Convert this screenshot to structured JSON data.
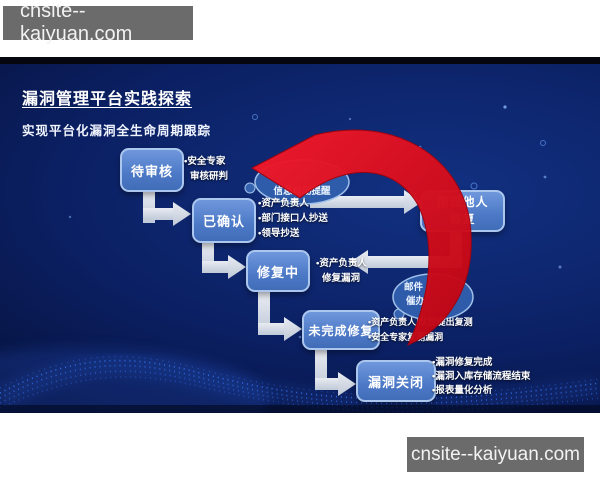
{
  "watermarks": {
    "top": "cnsite--kaiyuan.com",
    "bottom": "cnsite--kaiyuan.com"
  },
  "slide": {
    "title": "漏洞管理平台实践探索",
    "subtitle": "实现平台化漏洞全生命周期跟踪"
  },
  "flow": {
    "nodes": {
      "pending": "待审核",
      "confirmed": "已确认",
      "fixing": "修复中",
      "unfixed": "未完成修复",
      "closed": "漏洞关闭",
      "reassign_line1": "指派他人",
      "reassign_line2": "修复"
    },
    "annotations": {
      "pending": [
        "•安全专家",
        "审核研判"
      ],
      "confirmed": [
        "•资产负责人",
        "•部门接口人抄送",
        "•领导抄送"
      ],
      "fixing": [
        "•资产负责人",
        "修复漏洞"
      ],
      "unfixed": [
        "•资产负责人/队员提出复测",
        "•安全专家复测漏洞"
      ],
      "closed": [
        "•漏洞修复完成",
        "•漏洞入库存储流程结束",
        "•报表量化分析"
      ]
    },
    "clouds": {
      "notify": "信息自动提醒",
      "remind_line1": "邮件",
      "remind_line2": "催办"
    }
  },
  "colors": {
    "slide_bg": "#0b2063",
    "node_fill": "#4c79c6",
    "node_border": "#abc7ee",
    "connector": "#e9edf4",
    "red_arrow": "#e30b1c",
    "watermark_bg": "#6b6b6b",
    "wave": "#3a79ff"
  }
}
